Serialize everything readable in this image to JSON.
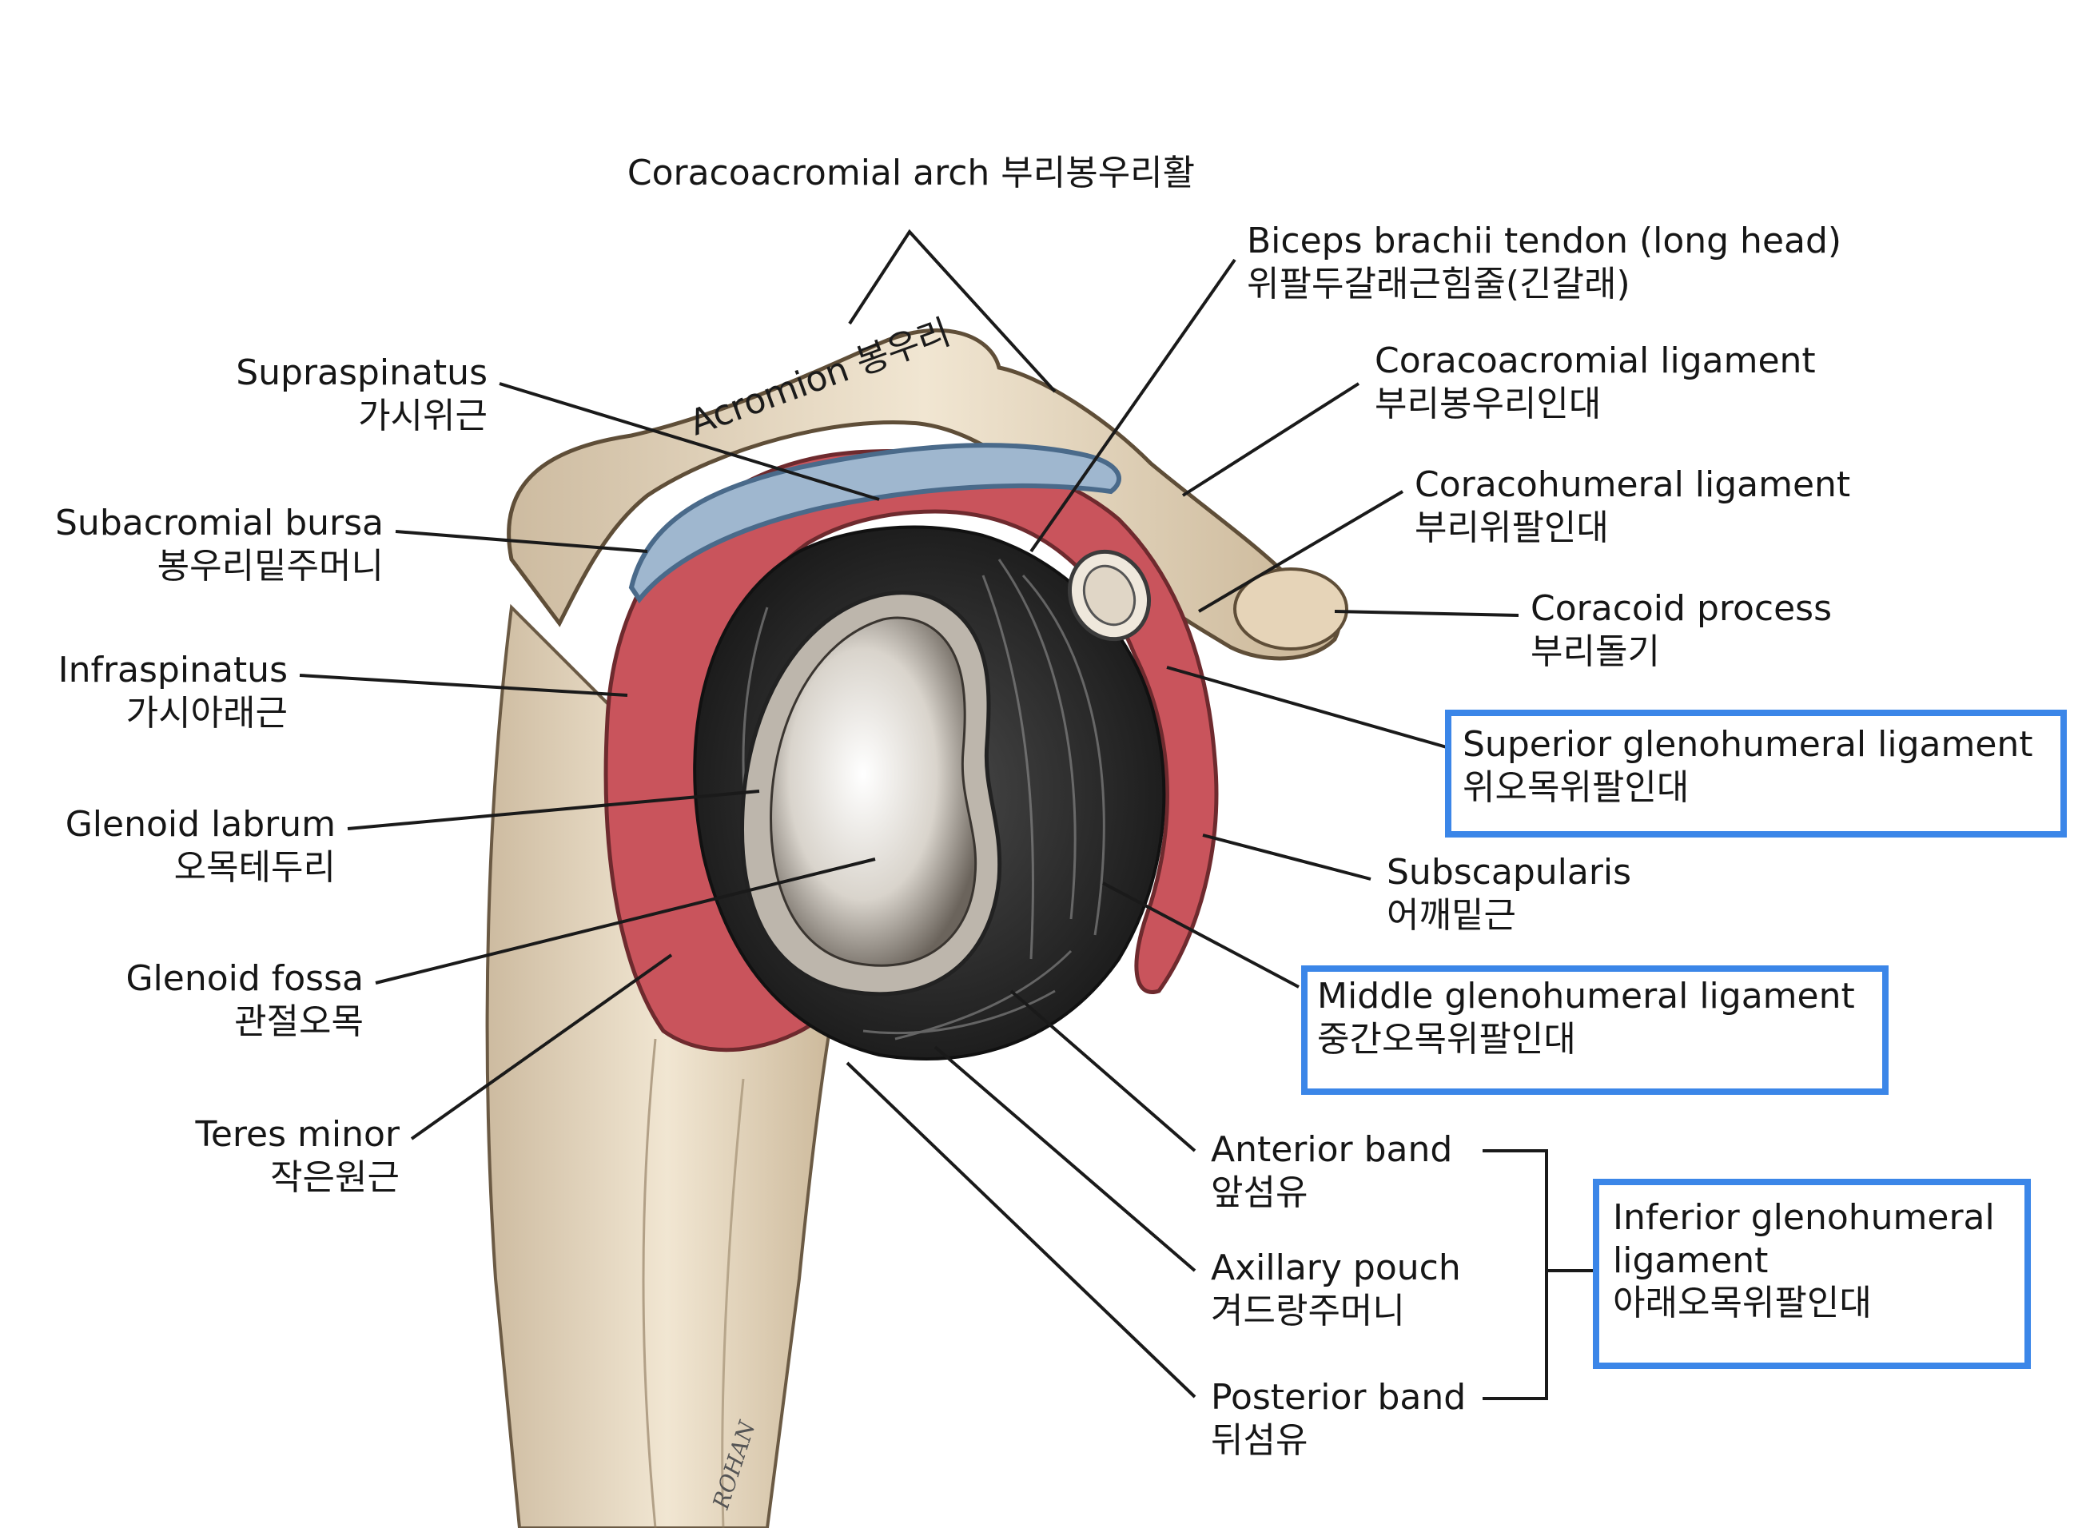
{
  "figure": {
    "acromion_label": "Acromion 봉우리",
    "artist_signature": "ROHAN"
  },
  "labels": {
    "coracoacromial_arch": {
      "en": "Coracoacromial arch 부리봉우리활"
    },
    "biceps": {
      "en": "Biceps brachii tendon (long head)",
      "ko": "위팔두갈래근힘줄(긴갈래)"
    },
    "coracoacromial_ligament": {
      "en": "Coracoacromial ligament",
      "ko": "부리봉우리인대"
    },
    "coracohumeral_ligament": {
      "en": "Coracohumeral ligament",
      "ko": "부리위팔인대"
    },
    "coracoid_process": {
      "en": "Coracoid process",
      "ko": "부리돌기"
    },
    "superior_gh": {
      "en": "Superior glenohumeral ligament",
      "ko": "위오목위팔인대"
    },
    "subscapularis": {
      "en": "Subscapularis",
      "ko": "어깨밑근"
    },
    "middle_gh": {
      "en": "Middle glenohumeral ligament",
      "ko": "중간오목위팔인대"
    },
    "anterior_band": {
      "en": "Anterior band",
      "ko": "앞섬유"
    },
    "axillary_pouch": {
      "en": "Axillary pouch",
      "ko": "겨드랑주머니"
    },
    "posterior_band": {
      "en": "Posterior band",
      "ko": "뒤섬유"
    },
    "inferior_gh": {
      "en": "Inferior glenohumeral",
      "en2": "ligament",
      "ko": "아래오목위팔인대"
    },
    "supraspinatus": {
      "en": "Supraspinatus",
      "ko": "가시위근"
    },
    "subacromial_bursa": {
      "en": "Subacromial bursa",
      "ko": "봉우리밑주머니"
    },
    "infraspinatus": {
      "en": "Infraspinatus",
      "ko": "가시아래근"
    },
    "glenoid_labrum": {
      "en": "Glenoid labrum",
      "ko": "오목테두리"
    },
    "glenoid_fossa": {
      "en": "Glenoid fossa",
      "ko": "관절오목"
    },
    "teres_minor": {
      "en": "Teres minor",
      "ko": "작은원근"
    }
  },
  "colors": {
    "highlight_box": "#3b86e8",
    "muscle": "#c9545c",
    "bursa": "#6f8fb0",
    "bone": "#e8d8c0",
    "cavity": "#2a2a2a"
  }
}
